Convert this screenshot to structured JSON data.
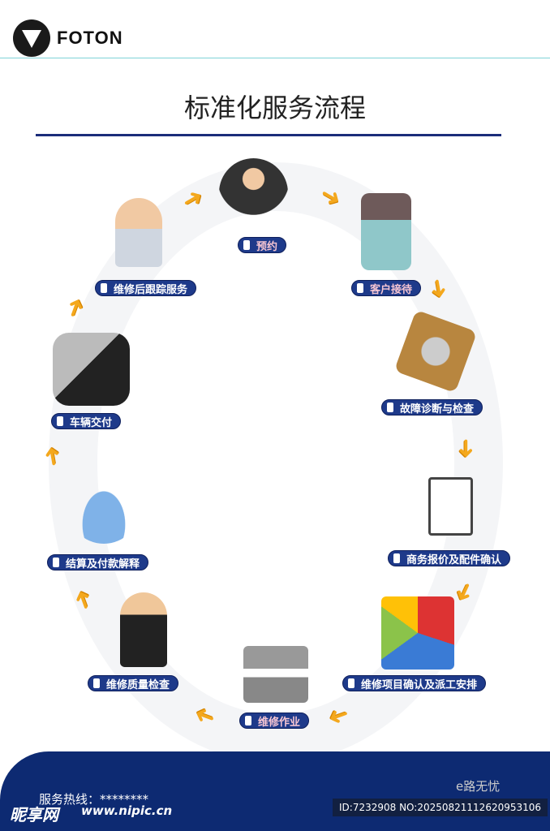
{
  "brand": {
    "name": "FOTON"
  },
  "title": "标准化服务流程",
  "steps": [
    {
      "label": "预约",
      "icon": "phone-businessman-icon"
    },
    {
      "label": "客户接待",
      "icon": "reception-desk-icon"
    },
    {
      "label": "故障诊断与检查",
      "icon": "gear-diagnosis-icon"
    },
    {
      "label": "商务报价及配件确认",
      "icon": "clipboard-pen-icon"
    },
    {
      "label": "维修项目确认及派工安排",
      "icon": "pie-chart-board-icon"
    },
    {
      "label": "维修作业",
      "icon": "hammer-wrench-icon"
    },
    {
      "label": "维修质量检查",
      "icon": "shield-man-icon"
    },
    {
      "label": "结算及付款解释",
      "icon": "meeting-table-icon"
    },
    {
      "label": "车辆交付",
      "icon": "car-key-icon"
    },
    {
      "label": "维修后跟踪服务",
      "icon": "headset-agent-icon"
    }
  ],
  "footer": {
    "hotline": "服务热线：********",
    "watermark": "昵享网",
    "watermark_url": "www.nipic.cn",
    "id_text": "ID:7232908 NO:20250821112620953106",
    "sub_logo": "e路无忧"
  },
  "colors": {
    "navy": "#0d2a72",
    "arrow": "#f4a81d"
  }
}
